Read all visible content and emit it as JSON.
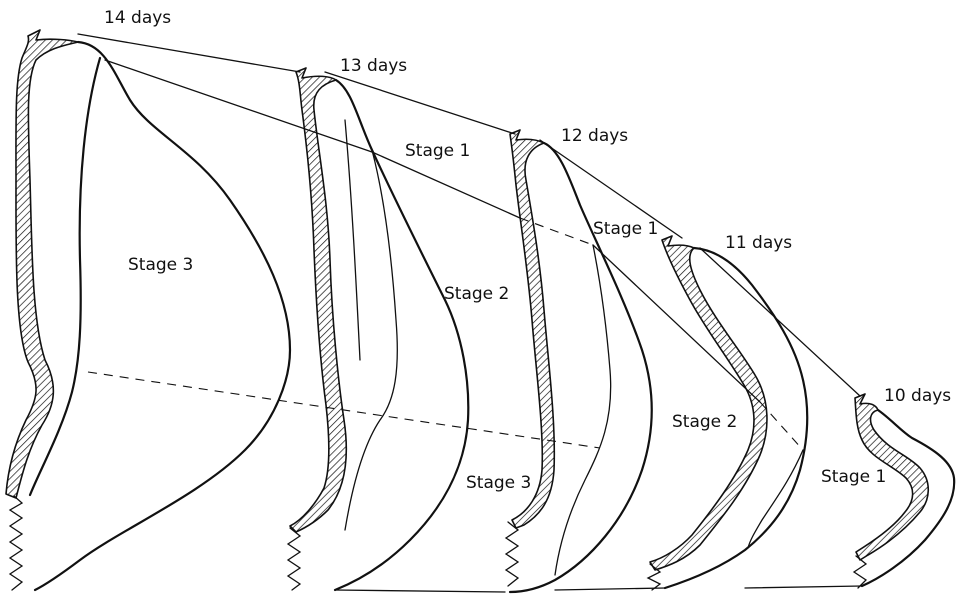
{
  "ages": {
    "d14": "14 days",
    "d13": "13 days",
    "d12": "12 days",
    "d11": "11 days",
    "d10": "10 days"
  },
  "stages": {
    "s14_3": "Stage 3",
    "s13_1": "Stage 1",
    "s13_2": "Stage 2",
    "s13_3": "Stage 3",
    "s12_1": "Stage 1",
    "s12_2": "Stage 2",
    "s11_1": "Stage 1"
  }
}
